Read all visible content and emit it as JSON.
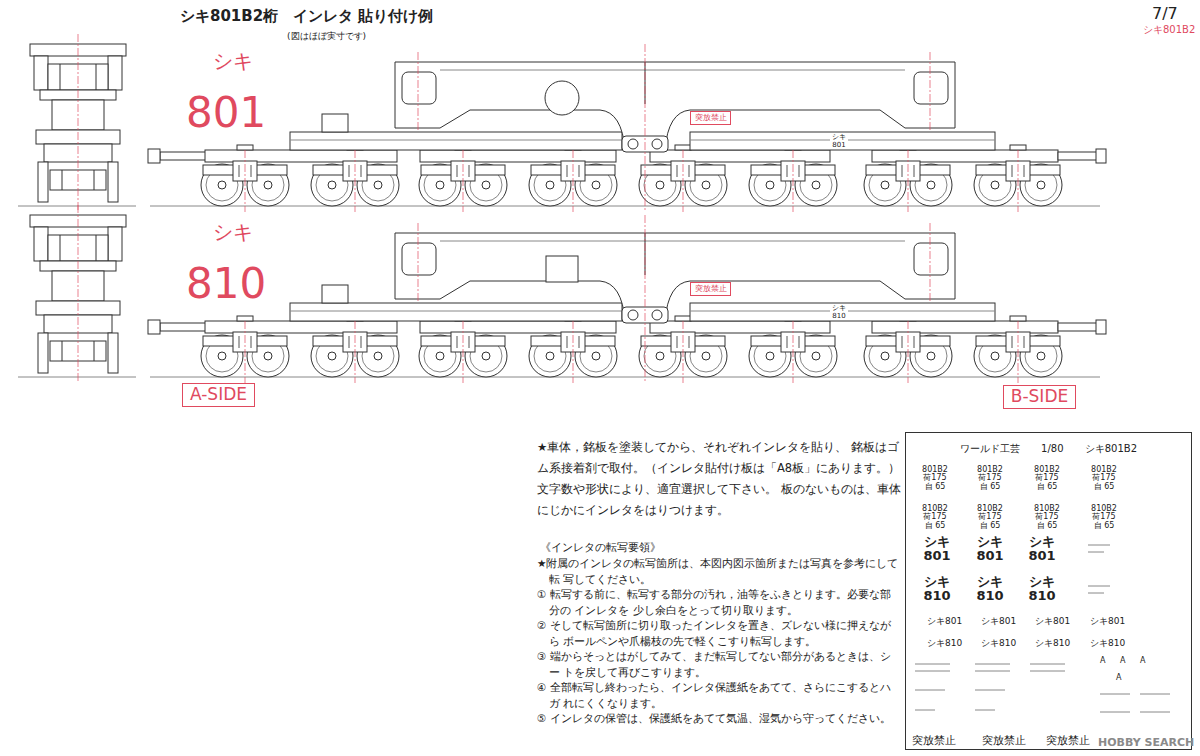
{
  "diagram": {
    "title": "シキ801B2桁　インレタ 貼り付け例",
    "nodes": [
      {
        "text": [
          "突放禁止"
        ]
      },
      {
        "text": [
          "突放禁止"
        ]
      },
      {
        "text": [
          "A-SIDE"
        ]
      },
      {
        "text": [
          "B-SIDE"
        ]
      },
      {
        "text": [
          "ワールド工芸 1/80 シキ801B2"
        ]
      }
    ],
    "labels": [
      "(図はほぼ実寸です)",
      "7/7",
      "シキ801B2",
      "シキ",
      "801",
      "シキ",
      "810",
      "シキ 801",
      "シキ 810",
      "★車体，銘板を塗装してから、それぞれインレタを貼り、 銘板はゴム系接着剤で取付。（インレタ貼付け板は「A8板」にあります。） 文字数や形状により、適宜選択して下さい。 板のないものは、車体にじかにインレタをはりつけます。",
      "《インレタの転写要領》",
      "★附属のインレタの転写箇所は、本図内図示箇所または写真を参考にして転 写してください。",
      "① 転写する前に、転写する部分の汚れ，油等をふきとります。必要な部分の インレタを 少し余白をとって切り取ります。",
      "② そして転写箇所に切り取ったインレタを置き、ズレない様に押えながら ボールペンや爪楊枝の先で軽くこすり転写します。",
      "③ 端からそっとはがしてみて、まだ転写してない部分があるときは、シー トを戻して再びこすります。",
      "④ 全部転写し終わったら、インレタ保護紙をあてて、さらにこするとハガ れにくくなります。",
      "⑤ インレタの保管は、保護紙をあてて気温、湿気から守ってください。",
      "801B2 荷175 自 65",
      "801B2 荷175 自 65",
      "801B2 荷175 自 65",
      "801B2 荷175 自 65",
      "810B2 荷175 自 65",
      "810B2 荷175 自 65",
      "810B2 荷175 自 65",
      "810B2 荷175 自 65",
      "シキ 801",
      "シキ 801",
      "シキ 801",
      "シキ 810",
      "シキ 810",
      "シキ 810",
      "シキ801",
      "シキ801",
      "シキ801",
      "シキ801",
      "シキ810",
      "シキ810",
      "シキ810",
      "シキ810",
      "A",
      "A",
      "A",
      "A",
      "突放禁止",
      "突放禁止",
      "突放禁止",
      "HOBBY SEARCH"
    ]
  }
}
